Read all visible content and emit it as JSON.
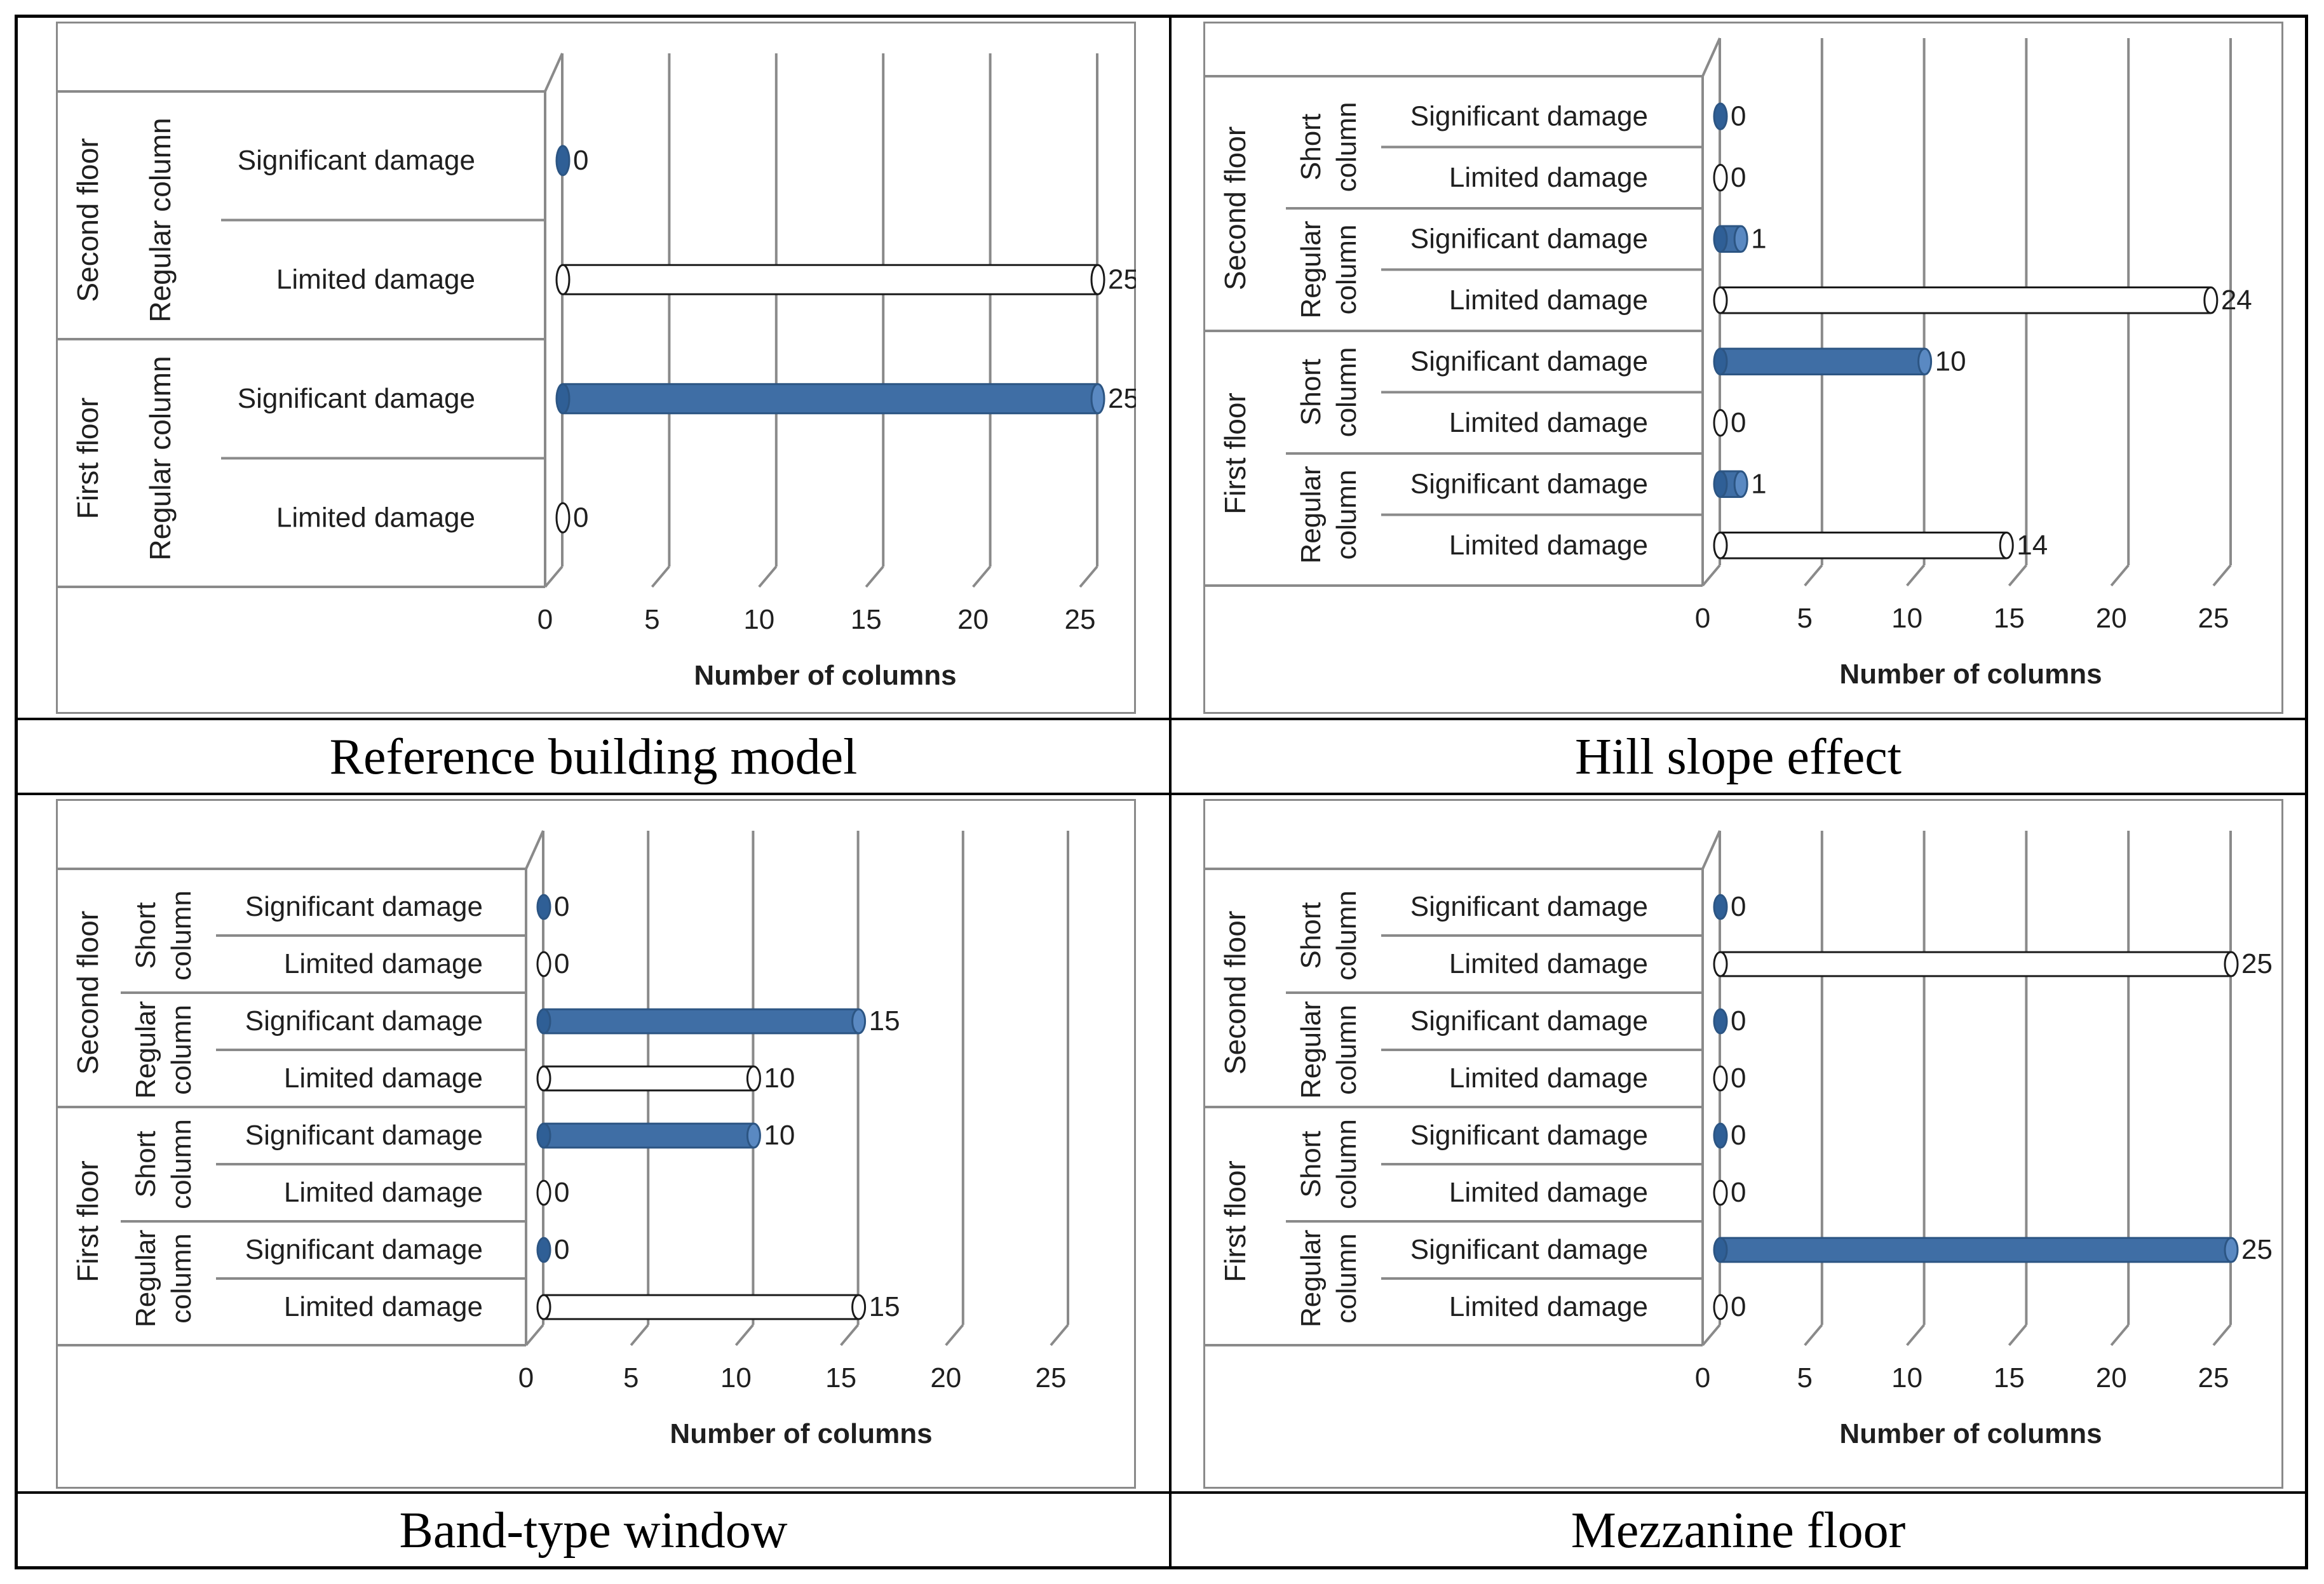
{
  "x_axis": {
    "title": "Number of columns",
    "ticks": [
      0,
      5,
      10,
      15,
      20,
      25
    ],
    "xlim": [
      0,
      25
    ]
  },
  "legend_colors": {
    "significant": "#3f6ea5",
    "limited": "#ffffff"
  },
  "captions": [
    "Reference building model",
    "Hill slope effect",
    "Band-type window",
    "Mezzanine floor"
  ],
  "chart_data": [
    {
      "type": "bar",
      "orientation": "horizontal",
      "caption": "Reference building model",
      "xlabel": "Number of columns",
      "xlim": [
        0,
        25
      ],
      "floors": [
        {
          "label": "Second floor",
          "groups": [
            {
              "label": "Regular column",
              "rows": [
                {
                  "label": "Significant damage",
                  "value": 0,
                  "style": "significant"
                },
                {
                  "label": "Limited damage",
                  "value": 25,
                  "style": "limited"
                }
              ]
            }
          ]
        },
        {
          "label": "First floor",
          "groups": [
            {
              "label": "Regular column",
              "rows": [
                {
                  "label": "Significant damage",
                  "value": 25,
                  "style": "significant"
                },
                {
                  "label": "Limited damage",
                  "value": 0,
                  "style": "limited"
                }
              ]
            }
          ]
        }
      ]
    },
    {
      "type": "bar",
      "orientation": "horizontal",
      "caption": "Hill slope effect",
      "xlabel": "Number of columns",
      "xlim": [
        0,
        25
      ],
      "floors": [
        {
          "label": "Second floor",
          "groups": [
            {
              "label": "Short column",
              "rows": [
                {
                  "label": "Significant damage",
                  "value": 0,
                  "style": "significant"
                },
                {
                  "label": "Limited damage",
                  "value": 0,
                  "style": "limited"
                }
              ]
            },
            {
              "label": "Regular column",
              "rows": [
                {
                  "label": "Significant damage",
                  "value": 1,
                  "style": "significant"
                },
                {
                  "label": "Limited damage",
                  "value": 24,
                  "style": "limited"
                }
              ]
            }
          ]
        },
        {
          "label": "First floor",
          "groups": [
            {
              "label": "Short column",
              "rows": [
                {
                  "label": "Significant damage",
                  "value": 10,
                  "style": "significant"
                },
                {
                  "label": "Limited damage",
                  "value": 0,
                  "style": "limited"
                }
              ]
            },
            {
              "label": "Regular column",
              "rows": [
                {
                  "label": "Significant damage",
                  "value": 1,
                  "style": "significant"
                },
                {
                  "label": "Limited damage",
                  "value": 14,
                  "style": "limited"
                }
              ]
            }
          ]
        }
      ]
    },
    {
      "type": "bar",
      "orientation": "horizontal",
      "caption": "Band-type window",
      "xlabel": "Number of columns",
      "xlim": [
        0,
        25
      ],
      "floors": [
        {
          "label": "Second floor",
          "groups": [
            {
              "label": "Short column",
              "rows": [
                {
                  "label": "Significant damage",
                  "value": 0,
                  "style": "significant"
                },
                {
                  "label": "Limited damage",
                  "value": 0,
                  "style": "limited"
                }
              ]
            },
            {
              "label": "Regular column",
              "rows": [
                {
                  "label": "Significant damage",
                  "value": 15,
                  "style": "significant"
                },
                {
                  "label": "Limited damage",
                  "value": 10,
                  "style": "limited"
                }
              ]
            }
          ]
        },
        {
          "label": "First floor",
          "groups": [
            {
              "label": "Short column",
              "rows": [
                {
                  "label": "Significant damage",
                  "value": 10,
                  "style": "significant"
                },
                {
                  "label": "Limited damage",
                  "value": 0,
                  "style": "limited"
                }
              ]
            },
            {
              "label": "Regular column",
              "rows": [
                {
                  "label": "Significant damage",
                  "value": 0,
                  "style": "significant"
                },
                {
                  "label": "Limited damage",
                  "value": 15,
                  "style": "limited"
                }
              ]
            }
          ]
        }
      ]
    },
    {
      "type": "bar",
      "orientation": "horizontal",
      "caption": "Mezzanine floor",
      "xlabel": "Number of columns",
      "xlim": [
        0,
        25
      ],
      "floors": [
        {
          "label": "Second floor",
          "groups": [
            {
              "label": "Short column",
              "rows": [
                {
                  "label": "Significant damage",
                  "value": 0,
                  "style": "significant"
                },
                {
                  "label": "Limited damage",
                  "value": 25,
                  "style": "limited"
                }
              ]
            },
            {
              "label": "Regular column",
              "rows": [
                {
                  "label": "Significant damage",
                  "value": 0,
                  "style": "significant"
                },
                {
                  "label": "Limited damage",
                  "value": 0,
                  "style": "limited"
                }
              ]
            }
          ]
        },
        {
          "label": "First floor",
          "groups": [
            {
              "label": "Short column",
              "rows": [
                {
                  "label": "Significant damage",
                  "value": 0,
                  "style": "significant"
                },
                {
                  "label": "Limited damage",
                  "value": 0,
                  "style": "limited"
                }
              ]
            },
            {
              "label": "Regular column",
              "rows": [
                {
                  "label": "Significant damage",
                  "value": 25,
                  "style": "significant"
                },
                {
                  "label": "Limited damage",
                  "value": 0,
                  "style": "limited"
                }
              ]
            }
          ]
        }
      ]
    }
  ]
}
